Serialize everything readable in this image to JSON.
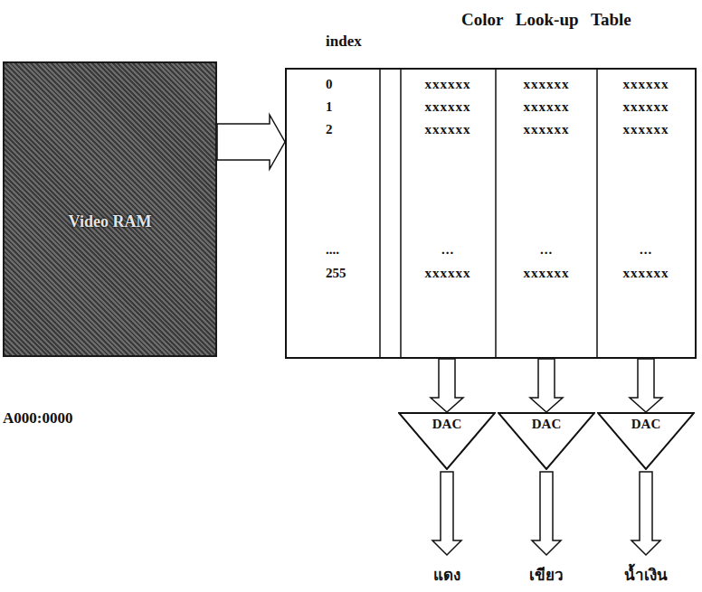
{
  "diagram": {
    "nodes": [
      {
        "text": [
          "Video RAM"
        ]
      },
      {
        "text": [
          "Color Look-up Table"
        ]
      },
      {
        "text": [
          "DAC"
        ]
      },
      {
        "text": [
          "DAC"
        ]
      },
      {
        "text": [
          "DAC"
        ]
      }
    ],
    "edges": [
      {
        "from": 0,
        "to": 1,
        "arrow": "to"
      },
      {
        "from": 1,
        "to": 2,
        "arrow": "to"
      },
      {
        "from": 1,
        "to": 3,
        "arrow": "to"
      },
      {
        "from": 1,
        "to": 4,
        "arrow": "to"
      }
    ],
    "labels": [
      "index",
      "0",
      "xxxxxx",
      "xxxxxx",
      "xxxxxx",
      "1",
      "xxxxxx",
      "xxxxxx",
      "xxxxxx",
      "2",
      "xxxxxx",
      "xxxxxx",
      "xxxxxx",
      "....",
      "...",
      "...",
      "...",
      "255",
      "xxxxxx",
      "xxxxxx",
      "xxxxxx",
      "A000:0000",
      "แดง",
      "เขียว",
      "น้ำเงิน"
    ]
  }
}
